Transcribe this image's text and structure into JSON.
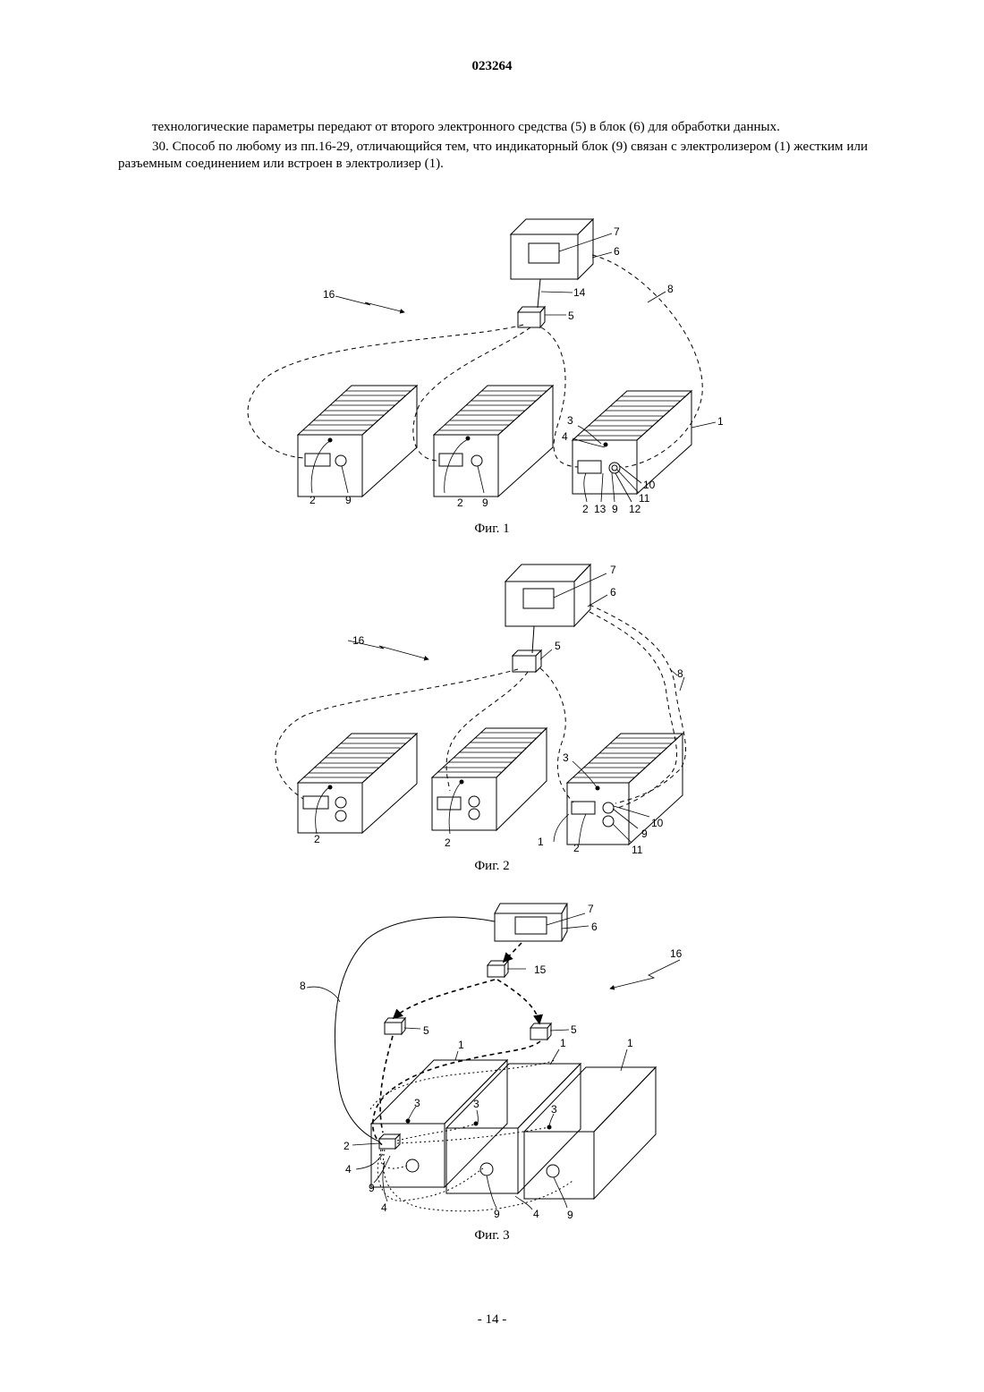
{
  "document": {
    "patent_number": "023264",
    "paragraphs": [
      "технологические параметры передают от второго электронного средства (5) в блок (6) для обработки данных.",
      "30. Способ по любому из пп.16-29, отличающийся тем, что индикаторный блок (9) связан с электролизером (1) жестким или разъемным соединением или встроен в электролизер (1)."
    ],
    "page_number": "- 14 -"
  },
  "figures": {
    "fig1": {
      "caption": "Фиг. 1",
      "labels": {
        "l7": "7",
        "l6": "6",
        "l8": "8",
        "l16": "16",
        "l14": "14",
        "l5": "5",
        "l3": "3",
        "l4": "4",
        "l1": "1",
        "l10": "10",
        "l11": "11",
        "l12": "12",
        "l9c": "9",
        "l13": "13",
        "l2c": "2",
        "l2a": "2",
        "l9a": "9",
        "l2b": "2",
        "l9b": "9"
      }
    },
    "fig2": {
      "caption": "Фиг. 2",
      "labels": {
        "l7": "7",
        "l6": "6",
        "l16": "16",
        "l5": "5",
        "l8": "8",
        "l3": "3",
        "l10": "10",
        "l9": "9",
        "l1": "1",
        "l2c": "2",
        "l11": "11",
        "l2a": "2",
        "l2b": "2"
      }
    },
    "fig3": {
      "caption": "Фиг. 3",
      "labels": {
        "l7": "7",
        "l6": "6",
        "l16": "16",
        "l15": "15",
        "l8": "8",
        "l5a": "5",
        "l5b": "5",
        "l1a": "1",
        "l1b": "1",
        "l1c": "1",
        "l3a": "3",
        "l3b": "3",
        "l3c": "3",
        "l2": "2",
        "l4a": "4",
        "l9a": "9",
        "l4b": "4",
        "l9b": "9",
        "l4c": "4",
        "l9c": "9"
      }
    }
  }
}
